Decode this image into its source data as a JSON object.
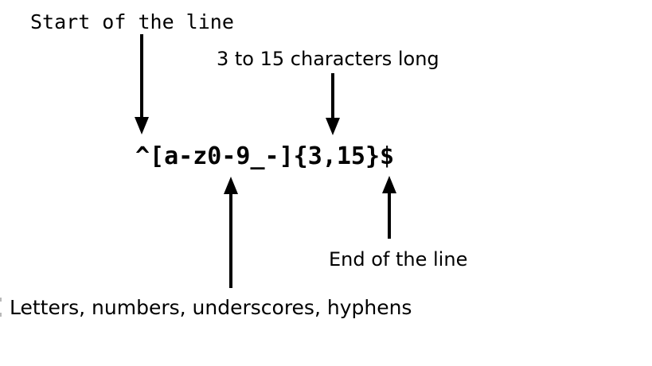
{
  "colors": {
    "background": "#ffffff",
    "ink": "#000000"
  },
  "regex": {
    "pattern": "^[a-z0-9_-]{3,15}$"
  },
  "annotations": {
    "start": "Start of the line",
    "length": "3 to 15 characters long",
    "end": "End of the line",
    "charset": "Letters, numbers, underscores, hyphens"
  },
  "icons": {
    "arrows": [
      {
        "name": "arrow-start-of-line",
        "direction": "down",
        "points_to": "^"
      },
      {
        "name": "arrow-length-quantifier",
        "direction": "down",
        "points_to": "{3,15}"
      },
      {
        "name": "arrow-character-class",
        "direction": "up",
        "points_to": "[a-z0-9_-]"
      },
      {
        "name": "arrow-end-of-line",
        "direction": "up",
        "points_to": "$"
      }
    ]
  }
}
